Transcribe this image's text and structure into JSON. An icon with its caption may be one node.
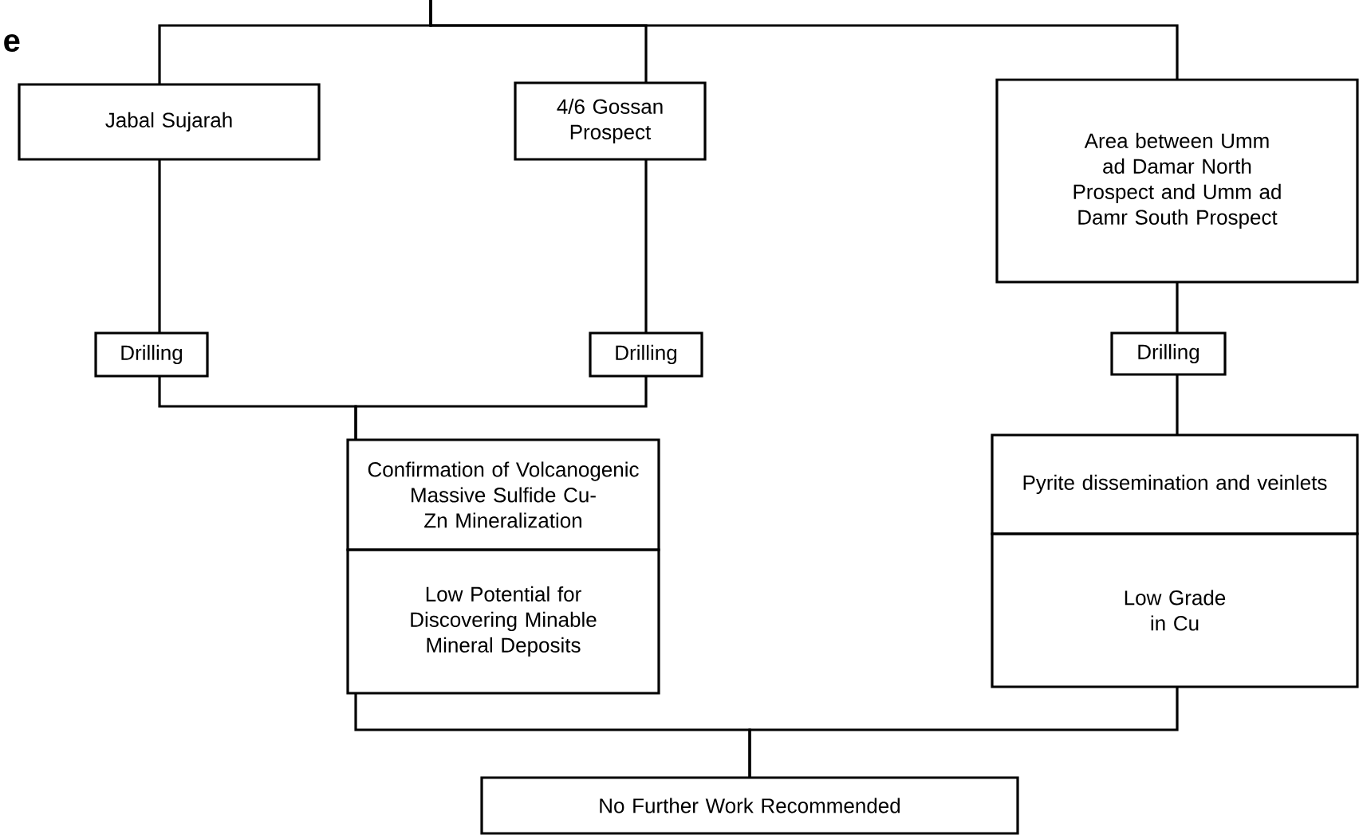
{
  "diagram": {
    "nodes": [
      {
        "text": [
          "Jabal Sujarah"
        ]
      },
      {
        "text": [
          "4/6 Gossan Prospect"
        ]
      },
      {
        "text": [
          "Area between Umm ad Damar North Prospect and Umm ad Damr South Prospect"
        ]
      },
      {
        "text": [
          "Drilling"
        ]
      },
      {
        "text": [
          "Drilling"
        ]
      },
      {
        "text": [
          "Drilling"
        ]
      },
      {
        "text": [
          "Confirmation of Volcanogenic Massive Sulfide Cu-Zn Mineralization"
        ]
      },
      {
        "text": [
          "Low Potential for Discovering Minable Mineral Deposits"
        ]
      },
      {
        "text": [
          "Pyrite dissemination and veinlets"
        ]
      },
      {
        "text": [
          "Low Grade in Cu"
        ]
      },
      {
        "text": [
          "No Further Work Recommended"
        ]
      }
    ],
    "edges": [
      {
        "from": null,
        "to": 0,
        "arrow": "none"
      },
      {
        "from": null,
        "to": 1,
        "arrow": "none"
      },
      {
        "from": null,
        "to": 2,
        "arrow": "none"
      },
      {
        "from": 0,
        "to": 3,
        "arrow": "none"
      },
      {
        "from": 1,
        "to": 4,
        "arrow": "none"
      },
      {
        "from": 2,
        "to": 5,
        "arrow": "none"
      },
      {
        "from": 3,
        "to": 6,
        "arrow": "none"
      },
      {
        "from": 4,
        "to": 6,
        "arrow": "none"
      },
      {
        "from": 5,
        "to": 8,
        "arrow": "none"
      },
      {
        "from": 7,
        "to": 10,
        "arrow": "none"
      },
      {
        "from": 9,
        "to": 10,
        "arrow": "none"
      }
    ],
    "labels": [
      "e"
    ]
  }
}
